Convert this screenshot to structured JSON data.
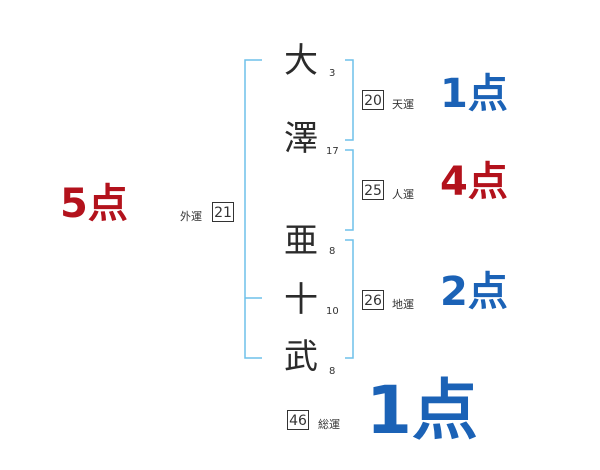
{
  "colors": {
    "bracket": "#6ec1ea",
    "red": "#b3121c",
    "blue": "#1b62b6"
  },
  "characters": [
    {
      "char": "大",
      "strokes": "3"
    },
    {
      "char": "澤",
      "strokes": "17"
    },
    {
      "char": "亜",
      "strokes": "8"
    },
    {
      "char": "十",
      "strokes": "10"
    },
    {
      "char": "武",
      "strokes": "8"
    }
  ],
  "fortunes": {
    "outer": {
      "label": "外運",
      "value": "21",
      "score": "5点"
    },
    "heaven": {
      "label": "天運",
      "value": "20",
      "score": "1点"
    },
    "person": {
      "label": "人運",
      "value": "25",
      "score": "4点"
    },
    "earth": {
      "label": "地運",
      "value": "26",
      "score": "2点"
    },
    "total": {
      "label": "総運",
      "value": "46",
      "score": "1点"
    }
  }
}
